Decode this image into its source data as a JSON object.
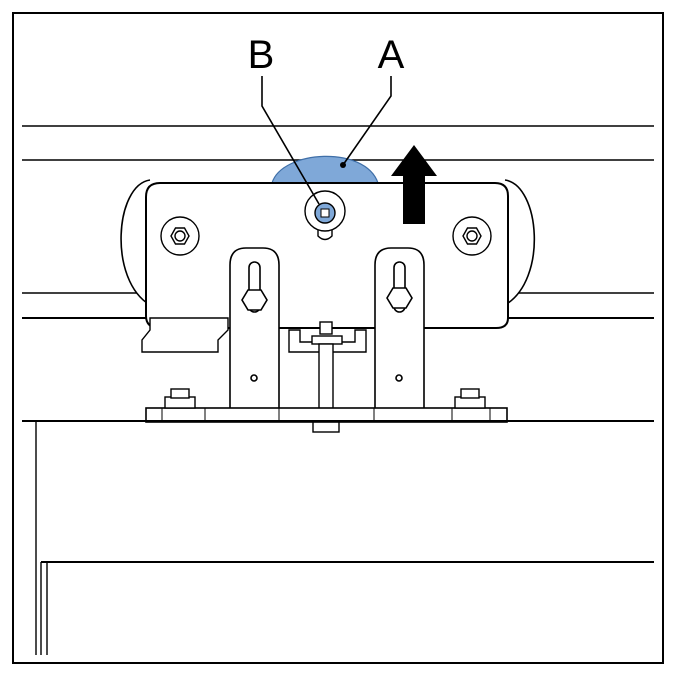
{
  "callouts": {
    "a": "A",
    "b": "B"
  },
  "colors": {
    "line": "#000000",
    "background": "#ffffff",
    "highlight_fill": "#7fa8d8",
    "highlight_stroke": "#3f6fa8"
  },
  "parts": {
    "a": "adjustment-wheel",
    "b": "set-screw",
    "direction": "upward-arrow"
  }
}
